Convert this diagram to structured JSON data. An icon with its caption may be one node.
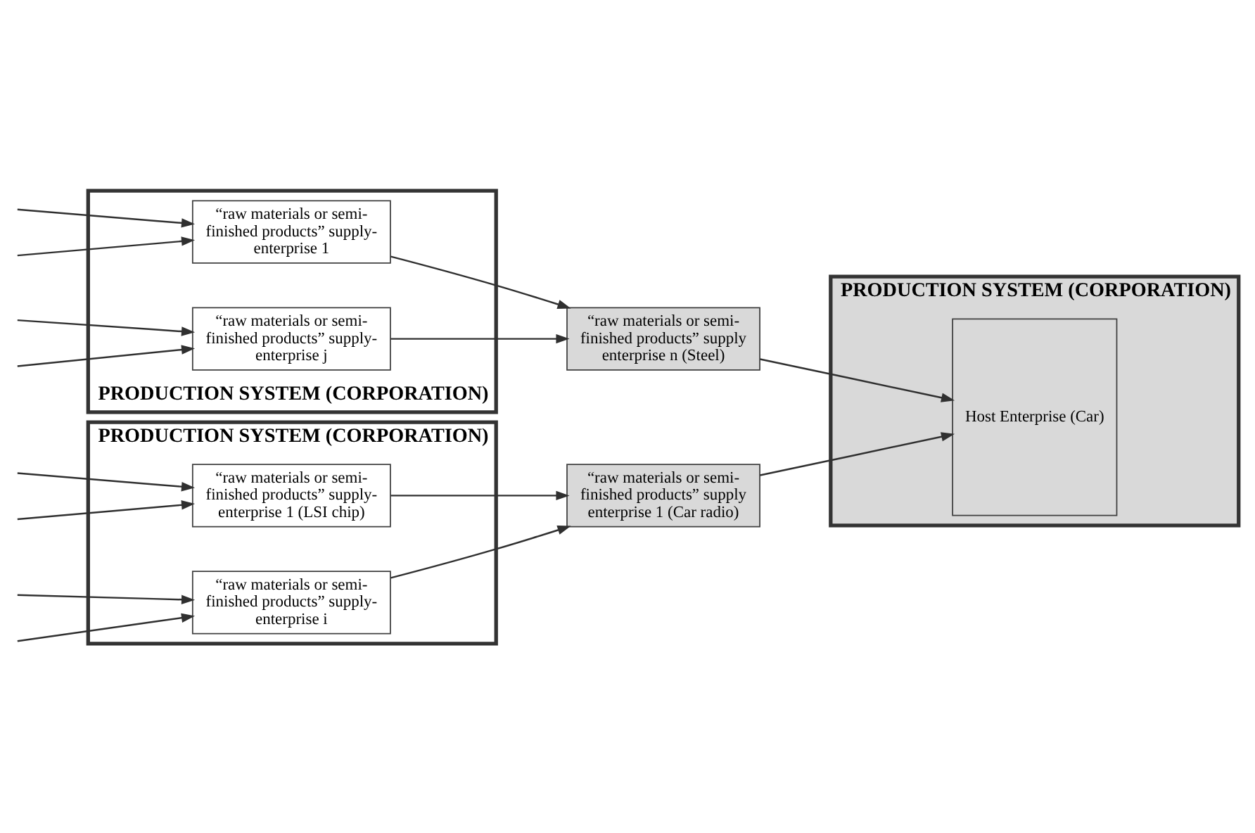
{
  "diagram": {
    "nodes": [
      {
        "text": [
          "PRODUCTION SYSTEM (CORPORATION)"
        ]
      },
      {
        "text": [
          "“raw materials or semi-finished products” supply-enterprise 1 (LSI chip)"
        ],
        "in": 0
      },
      {
        "text": [
          "“raw materials or semi-finished products” supply-enterprise i"
        ],
        "in": 0
      },
      {
        "text": [
          "PRODUCTION SYSTEM (CORPORATION)"
        ]
      },
      {
        "text": [
          "“raw materials or semi-finished products” supply enterprise 1 (Car radio)"
        ]
      },
      {
        "text": [
          "Host Enterprise (Car)"
        ],
        "in": 3
      },
      {
        "text": [
          "“raw materials or semi-finished products” supply enterprise n (Steel)"
        ]
      },
      {
        "text": [
          "PRODUCTION SYSTEM (CORPORATION)"
        ]
      },
      {
        "text": [
          "“raw materials or semi-finished products” supply-enterprise 1"
        ],
        "in": 7
      },
      {
        "text": [
          "“raw materials or semi-finished products” supply-enterprise j"
        ],
        "in": 7
      }
    ],
    "edges": [
      {
        "from": null,
        "to": 1,
        "arrow": "to"
      },
      {
        "from": null,
        "to": 1,
        "arrow": "to"
      },
      {
        "from": null,
        "to": 2,
        "arrow": "to"
      },
      {
        "from": null,
        "to": 2,
        "arrow": "to"
      },
      {
        "from": null,
        "to": 8,
        "arrow": "to"
      },
      {
        "from": null,
        "to": 8,
        "arrow": "to"
      },
      {
        "from": null,
        "to": 9,
        "arrow": "to"
      },
      {
        "from": null,
        "to": 9,
        "arrow": "to"
      },
      {
        "from": 1,
        "to": 4,
        "arrow": "to"
      },
      {
        "from": 2,
        "to": 4,
        "arrow": "to"
      },
      {
        "from": 8,
        "to": 6,
        "arrow": "to"
      },
      {
        "from": 9,
        "to": 6,
        "arrow": "to"
      },
      {
        "from": 4,
        "to": 5,
        "arrow": "to"
      },
      {
        "from": 6,
        "to": 5,
        "arrow": "to"
      }
    ]
  }
}
